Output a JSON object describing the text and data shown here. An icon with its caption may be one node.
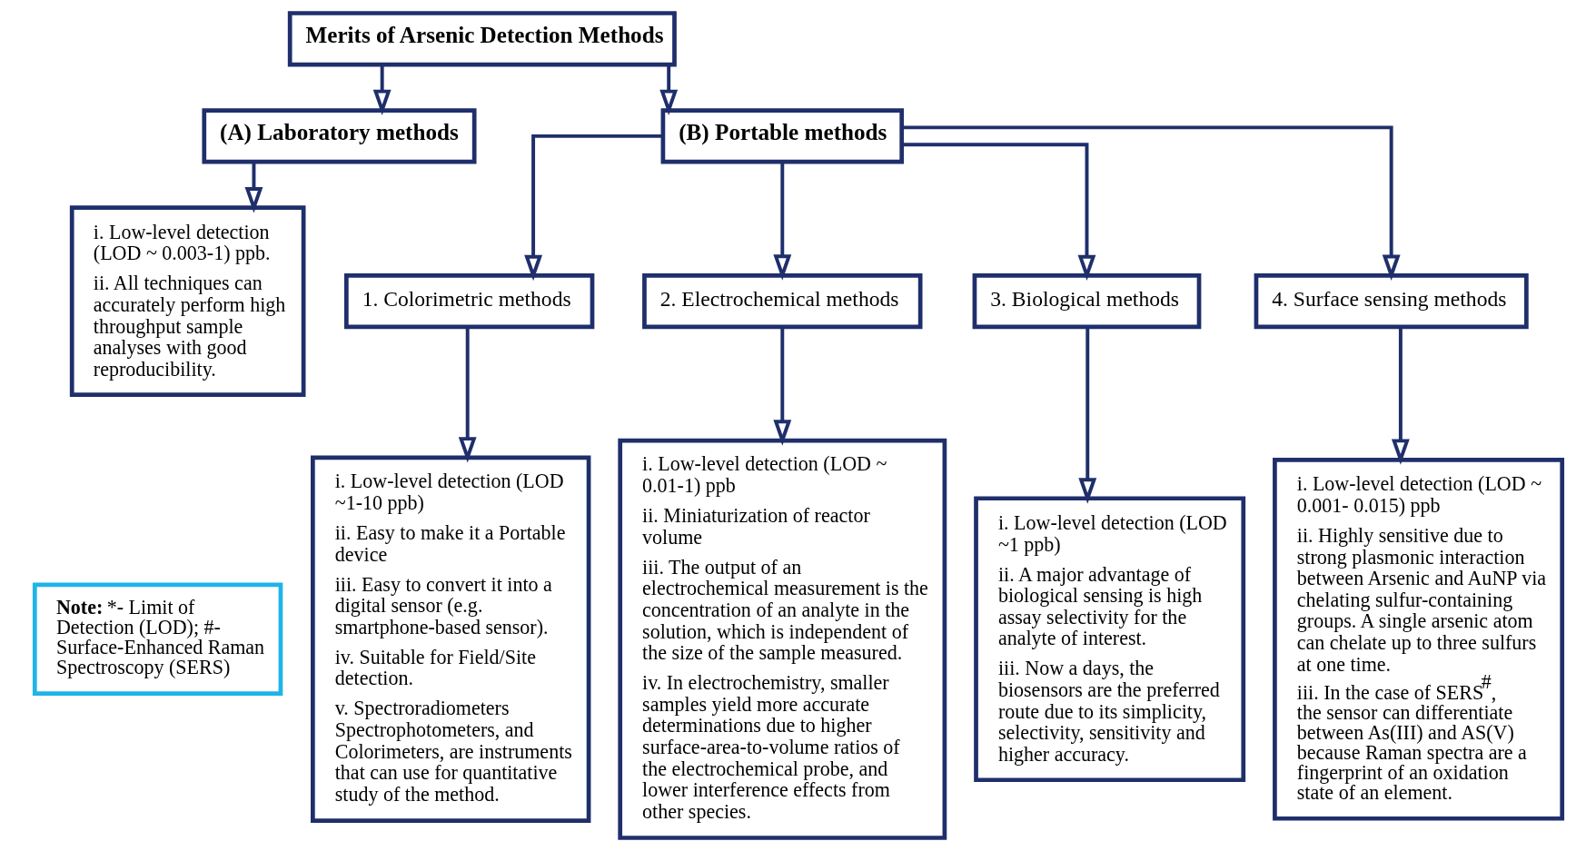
{
  "diagram": {
    "nodes": [
      {
        "text": [
          "Merits of Arsenic Detection Methods"
        ]
      },
      {
        "text": [
          "(A) Laboratory methods"
        ]
      },
      {
        "text": [
          "(B) Portable methods"
        ]
      },
      {
        "text": [
          "i. Low-level detection (LOD ~ 0.003-1) ppb.",
          "ii. All techniques can accurately perform high throughput sample analyses with good reproducibility."
        ]
      },
      {
        "text": [
          "**Note:** *- Limit of Detection (LOD); #- Surface-Enhanced Raman Spectroscopy (SERS)"
        ]
      },
      {
        "text": [
          "1. Colorimetric methods"
        ]
      },
      {
        "text": [
          "2. Electrochemical methods"
        ]
      },
      {
        "text": [
          "3. Biological methods"
        ]
      },
      {
        "text": [
          "4. Surface sensing methods"
        ]
      },
      {
        "text": [
          "i. Low-level detection (LOD ~1-10 ppb)",
          "ii. Easy to make it a Portable device",
          "iii. Easy to convert it into a digital sensor (e.g. smartphone-based sensor).",
          "iv. Suitable for Field/Site detection.",
          "v. Spectroradiometers Spectrophotometers, and Colorimeters, are instruments that can use for quantitative study of the method."
        ]
      },
      {
        "text": [
          "i. Low-level detection (LOD ~ 0.01-1) ppb",
          "ii. Miniaturization of reactor volume",
          "iii. The output of an electrochemical measurement is the concentration of an analyte in the solution, which is independent of the size of the sample measured.",
          "iv. In electrochemistry, smaller samples yield more accurate determinations due to higher surface-area-to-volume ratios of the electrochemical probe, and lower interference effects from other species."
        ]
      },
      {
        "text": [
          "i. Low-level detection (LOD ~1 ppb)",
          "ii. A major advantage of biological sensing is high assay selectivity for the analyte of interest.",
          "iii. Now a days, the biosensors are the preferred route due to its simplicity, selectivity, sensitivity and higher accuracy."
        ]
      },
      {
        "text": [
          "i. Low-level detection (LOD ~ 0.001- 0.015) ppb",
          "ii. Highly sensitive due to strong plasmonic interaction between Arsenic and AuNP via chelating sulfur-containing groups. A single arsenic atom can chelate up to three sulfurs at one time.",
          "iii. In the case of SERS$^{#}$, the sensor can differentiate between As(III) and AS(V) because Raman spectra are a fingerprint of an oxidation state of an element."
        ]
      }
    ],
    "edges": [
      {
        "from": 0,
        "to": 1,
        "arrow": "to"
      },
      {
        "from": 0,
        "to": 2,
        "arrow": "to"
      },
      {
        "from": 1,
        "to": 3,
        "arrow": "to"
      },
      {
        "from": 2,
        "to": 5,
        "arrow": "to"
      },
      {
        "from": 2,
        "to": 6,
        "arrow": "to"
      },
      {
        "from": 2,
        "to": 7,
        "arrow": "to"
      },
      {
        "from": 2,
        "to": 8,
        "arrow": "to"
      },
      {
        "from": 5,
        "to": 9,
        "arrow": "to"
      },
      {
        "from": 6,
        "to": 10,
        "arrow": "to"
      },
      {
        "from": 7,
        "to": 11,
        "arrow": "to"
      },
      {
        "from": 8,
        "to": 12,
        "arrow": "to"
      }
    ]
  }
}
